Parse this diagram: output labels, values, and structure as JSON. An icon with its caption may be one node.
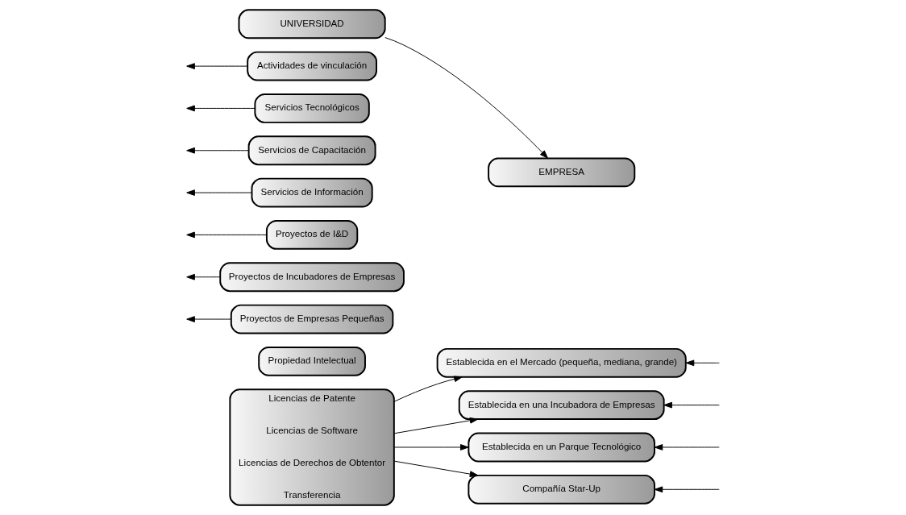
{
  "diagram": {
    "nodes": [
      {
        "text": [
          "UNIVERSIDAD"
        ]
      },
      {
        "text": [
          "EMPRESA"
        ]
      },
      {
        "text": [
          "Actividades de vinculación"
        ]
      },
      {
        "text": [
          "Servicios Tecnológicos"
        ]
      },
      {
        "text": [
          "Servicios de Capacitación"
        ]
      },
      {
        "text": [
          "Servicios de Información"
        ]
      },
      {
        "text": [
          "Proyectos de I&D"
        ]
      },
      {
        "text": [
          "Proyectos de Incubadores de Empresas"
        ]
      },
      {
        "text": [
          "Proyectos de Empresas Pequeñas"
        ]
      },
      {
        "text": [
          "Propiedad Intelectual"
        ]
      },
      {
        "text": [
          "Licencias de Patente",
          "Licencias de Software",
          "Licencias de Derechos de Obtentor",
          "Transferencia"
        ]
      },
      {
        "text": [
          "Establecida en el Mercado (pequeña, mediana, grande)"
        ]
      },
      {
        "text": [
          "Establecida en una Incubadora de Empresas"
        ]
      },
      {
        "text": [
          "Establecida en un Parque Tecnológico"
        ]
      },
      {
        "text": [
          "Compañía Star-Up"
        ]
      }
    ],
    "edges": [
      {
        "from": 0,
        "to": 1,
        "arrow": "to"
      },
      {
        "from": 2,
        "to": null,
        "arrow": "to"
      },
      {
        "from": 3,
        "to": null,
        "arrow": "to"
      },
      {
        "from": 4,
        "to": null,
        "arrow": "to"
      },
      {
        "from": 5,
        "to": null,
        "arrow": "to"
      },
      {
        "from": 6,
        "to": null,
        "arrow": "to"
      },
      {
        "from": 7,
        "to": null,
        "arrow": "to"
      },
      {
        "from": 8,
        "to": null,
        "arrow": "to"
      },
      {
        "from": 10,
        "to": 11,
        "arrow": "to"
      },
      {
        "from": 10,
        "to": 12,
        "arrow": "to"
      },
      {
        "from": 10,
        "to": 13,
        "arrow": "to"
      },
      {
        "from": 10,
        "to": 14,
        "arrow": "to"
      },
      {
        "from": null,
        "to": 11,
        "arrow": "to"
      },
      {
        "from": null,
        "to": 12,
        "arrow": "to"
      },
      {
        "from": null,
        "to": 13,
        "arrow": "to"
      },
      {
        "from": null,
        "to": 14,
        "arrow": "to"
      }
    ]
  }
}
